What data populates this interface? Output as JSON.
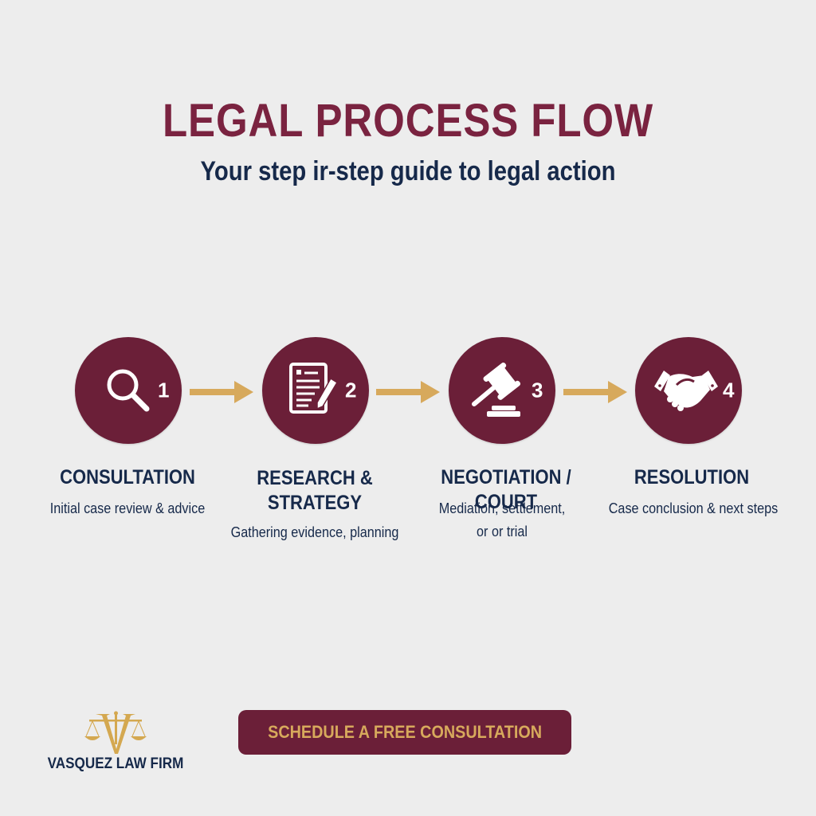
{
  "header": {
    "title": "LEGAL PROCESS FLOW",
    "subtitle": "Your step ir-step guide to legal action"
  },
  "colors": {
    "primary": "#6b1f38",
    "title": "#7a2340",
    "navy": "#16294a",
    "gold": "#d7a95c",
    "background": "#ededed"
  },
  "steps": [
    {
      "number": "1",
      "icon": "magnifying-glass-icon",
      "title": "CONSULTATION",
      "description": "Initial case review & advice"
    },
    {
      "number": "2",
      "icon": "document-pen-icon",
      "title": "RESEARCH & STRATEGY",
      "description": "Gathering evidence, planning"
    },
    {
      "number": "3",
      "icon": "gavel-icon",
      "title": "NEGOTIATION / COURT",
      "description": "Mediation, settlement, or or trial"
    },
    {
      "number": "4",
      "icon": "handshake-icon",
      "title": "RESOLUTION",
      "description": "Case conclusion & next steps"
    }
  ],
  "footer": {
    "firm_name": "VASQUEZ LAW FIRM",
    "logo_icon": "scales-of-justice-v-icon",
    "cta_label": "SCHEDULE A FREE CONSULTATION"
  }
}
